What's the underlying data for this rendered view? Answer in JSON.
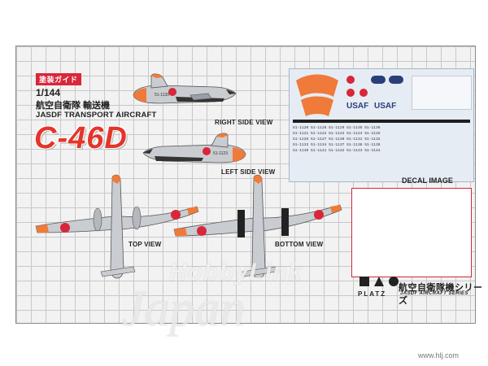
{
  "header": {
    "badge": "塗装ガイド",
    "scale": "1/144",
    "type_jp": "航空自衛隊 輸送機",
    "type_en": "JASDF TRANSPORT AIRCRAFT",
    "model": "C-46D"
  },
  "views": {
    "right_side": "RIGHT SIDE VIEW",
    "left_side": "LEFT SIDE VIEW",
    "top": "TOP VIEW",
    "bottom": "BOTTOM VIEW"
  },
  "airframe": {
    "right_serial": "51-1130",
    "left_serial": "51-1123"
  },
  "decal": {
    "label": "DECAL IMAGE",
    "usaf": [
      "USAF",
      "USAF"
    ],
    "rows": [
      "51-1120 51-1128 51-1129 51-1135 51-1136",
      "51-1121 51-1122 51-1123 51-1124 51-1125",
      "51-1126 51-1127 51-1130 51-1131 51-1132",
      "51-1133 51-1134 51-1137 51-1138 51-1139",
      "51-1140 51-1141 51-1142 51-1143 51-1144"
    ]
  },
  "brand": {
    "name": "PLATZ",
    "series_jp": "航空自衛隊機シリーズ",
    "series_en": "JASDF AIRCRAFT SERIES"
  },
  "watermark": {
    "line1": "HobbyLink",
    "line2": "Japan",
    "url": "www.hlj.com"
  },
  "colors": {
    "accent_red": "#e4352a",
    "hinomaru": "#d9263a",
    "dayglo": "#f07a3a",
    "metal": "#c9ccd1"
  }
}
